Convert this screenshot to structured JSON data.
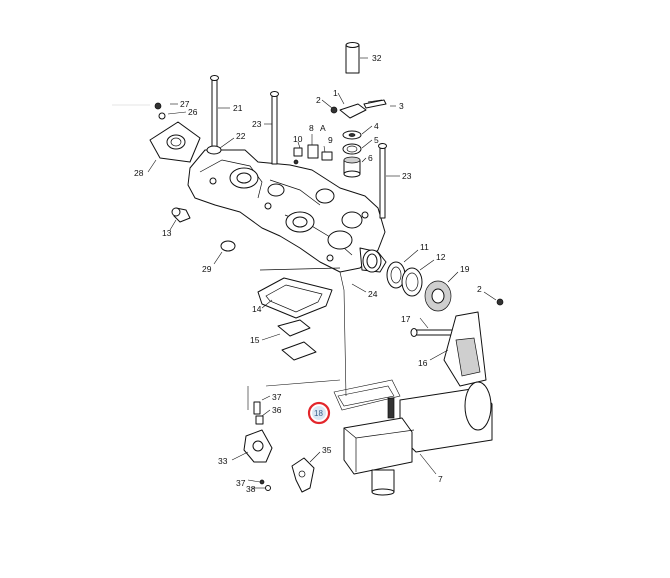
{
  "diagram": {
    "callouts": [
      "32",
      "1",
      "2",
      "3",
      "27",
      "26",
      "21",
      "4",
      "5",
      "6",
      "23",
      "22",
      "10",
      "8",
      "A",
      "9",
      "28",
      "23",
      "13",
      "11",
      "12",
      "19",
      "29",
      "2",
      "24",
      "17",
      "14",
      "15",
      "16",
      "37",
      "36",
      "18",
      "33",
      "35",
      "37",
      "38",
      "7"
    ],
    "highlighted_callout": "18",
    "highlight_color": "#e3262b"
  }
}
